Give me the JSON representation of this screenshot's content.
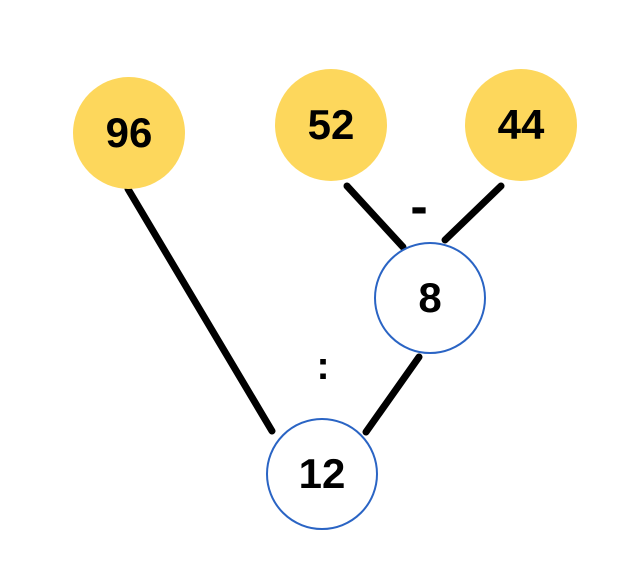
{
  "diagram": {
    "description": "Math tree puzzle: two circles combine via an operator into a lower result circle",
    "background_color": "#ffffff",
    "colors": {
      "given_node_fill": "#FDD75C",
      "result_node_border": "#2A64C4",
      "node_text": "#000000",
      "edge_line": "#000000"
    },
    "nodes": {
      "n96": {
        "label": "96",
        "kind": "given"
      },
      "n52": {
        "label": "52",
        "kind": "given"
      },
      "n44": {
        "label": "44",
        "kind": "given"
      },
      "n8": {
        "label": "8",
        "kind": "result"
      },
      "n12": {
        "label": "12",
        "kind": "result"
      }
    },
    "operators": {
      "subtract": {
        "symbol": "-"
      },
      "divide": {
        "symbol": ":"
      }
    },
    "edges": [
      {
        "from": "96",
        "to": "12"
      },
      {
        "from": "52",
        "to": "8"
      },
      {
        "from": "44",
        "to": "8"
      },
      {
        "from": "8",
        "to": "12"
      }
    ]
  }
}
